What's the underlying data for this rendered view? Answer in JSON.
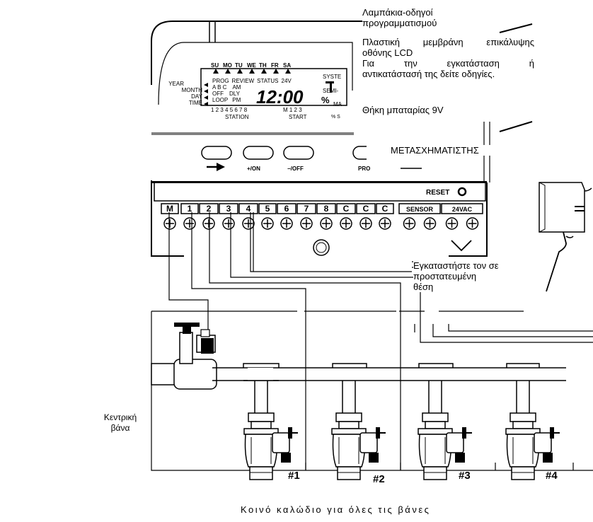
{
  "callouts": {
    "programming_leds": [
      "Λαμπάκια-οδηγοί",
      "προγραμματισμού"
    ],
    "lcd_membrane": [
      "Πλαστική μεμβράνη επικάλυψης",
      "οθόνης LCD"
    ],
    "install_note": [
      "Για την εγκατάσταση ή",
      "αντικατάστασή της δείτε οδηγίες."
    ],
    "battery": "Θήκη μπαταρίας 9V",
    "transformer": "ΜΕΤΑΣΧΗΜΑΤΙΣΤΗΣ",
    "protected_location": [
      "Εγκαταστήστε τον σε",
      "προστατευμένη",
      "θέση"
    ],
    "main_valve": [
      "Κεντρική",
      "βάνα"
    ],
    "common_wire": "Κοινό καλώδιο για όλες τις βάνες"
  },
  "lcd": {
    "days": [
      "SU",
      "MO",
      "TU",
      "WE",
      "TH",
      "FR",
      "SA"
    ],
    "left_labels": [
      "YEAR",
      "MONTH",
      "DAY",
      "TIME"
    ],
    "mode_row1": [
      "PROG",
      "REVIEW",
      "STATUS",
      "24V"
    ],
    "mode_row2": [
      "A B C",
      "AM"
    ],
    "mode_row3": [
      "OFF",
      "DLY"
    ],
    "mode_row4": [
      "LOOP",
      "PM"
    ],
    "clock": "12:00",
    "percent": "%",
    "station_numbers": "1 2 3 4 5 6 7 8",
    "start_numbers": "M   1 2 3",
    "station_label": "STATION",
    "start_label": "START",
    "right_partial": [
      "SYSTE",
      "SEMI-",
      "MA",
      "% S"
    ]
  },
  "buttons": {
    "plus": "+/ON",
    "minus": "−/OFF",
    "prog": "PRO"
  },
  "reset_label": "RESET",
  "terminals": [
    "M",
    "1",
    "2",
    "3",
    "4",
    "5",
    "6",
    "7",
    "8",
    "C",
    "C",
    "C",
    "SENSOR",
    "24VAC"
  ],
  "valve_labels": [
    "#1",
    "#2",
    "#3",
    "#4"
  ]
}
